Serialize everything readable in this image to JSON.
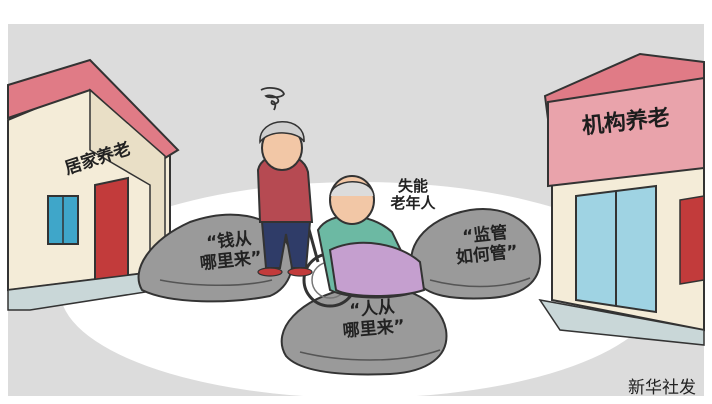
{
  "illustration": {
    "left_house_sign": "居家养老",
    "right_house_sign": "机构养老",
    "elder_label": "失能\n老年人",
    "rock_money": "“钱从\n哪里来”",
    "rock_supervision": "“监管\n如何管”",
    "rock_people": "“人从\n哪里来”",
    "credit": "新华社发"
  },
  "colors": {
    "background_gray": "#dcdcdc",
    "ground_white": "#ffffff",
    "roof_pink": "#e07b86",
    "wall_cream": "#f4ecd8",
    "door_red": "#c23b3b",
    "window_teal": "#3fa6c9",
    "rock_gray": "#8f8f8f",
    "sweater_red": "#b64a52",
    "pants_navy": "#2f3c68",
    "blanket_purple": "#c59fcf",
    "shirt_green": "#6cb9a3"
  }
}
